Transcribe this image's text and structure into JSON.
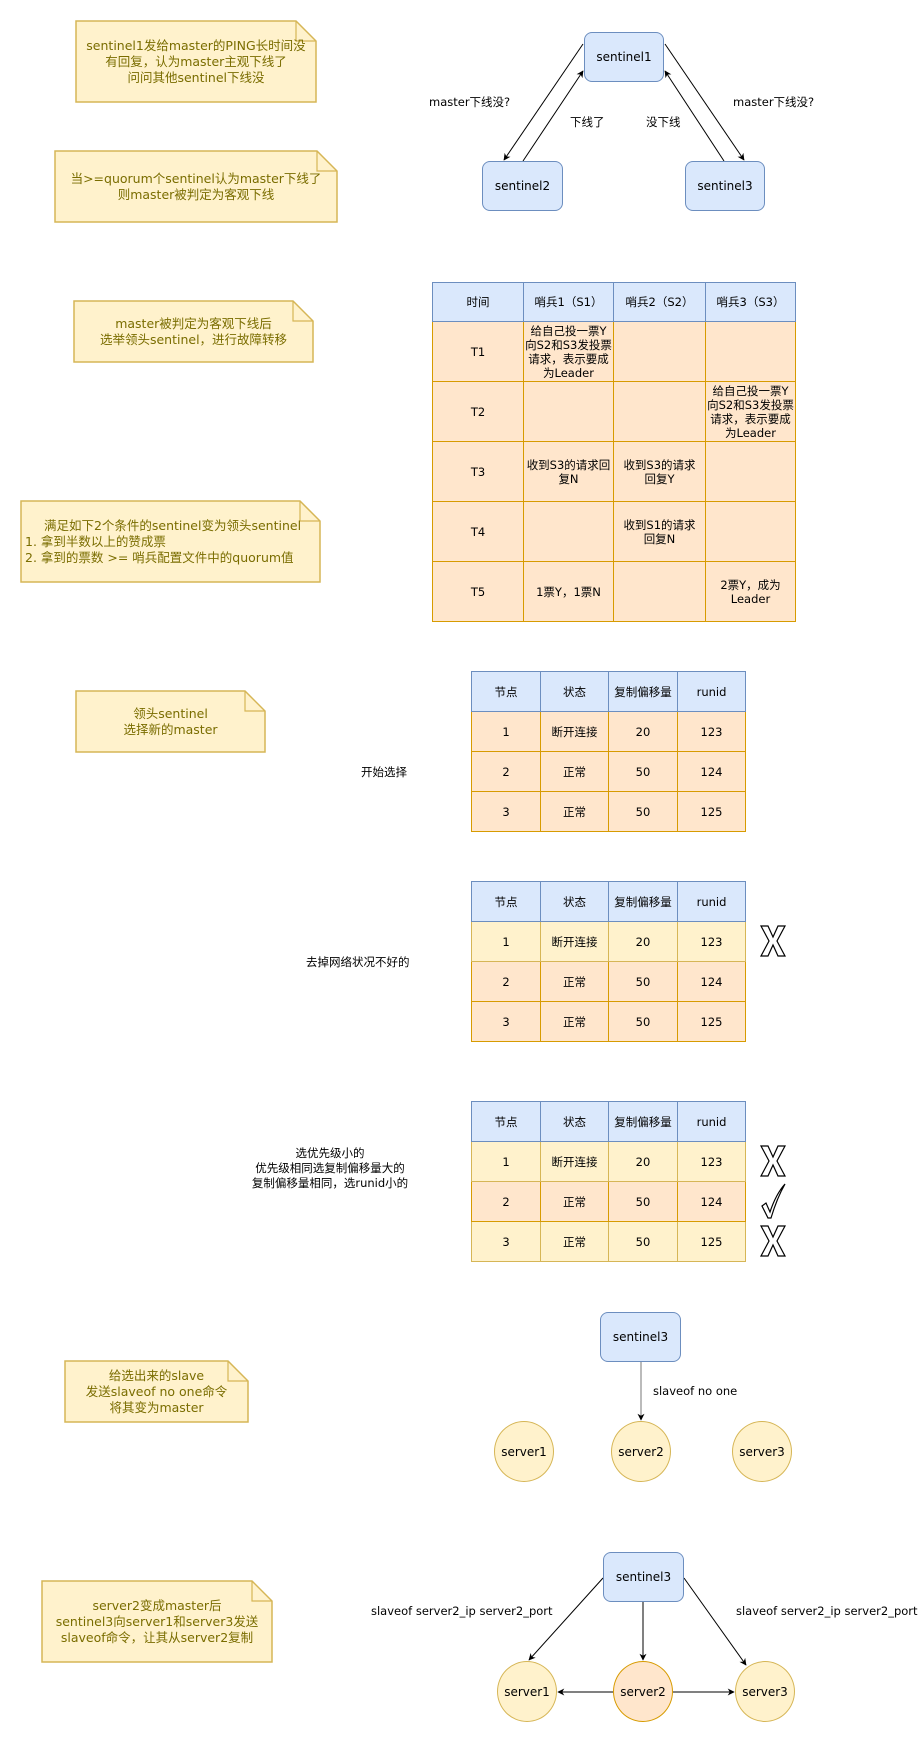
{
  "notes": {
    "ping": "sentinel1发给master的PING长时间没\n有回复，认为master主观下线了\n问问其他sentinel下线没",
    "quorum": "当>=quorum个sentinel认为master下线了\n则master被判定为客观下线",
    "elect": "master被判定为客观下线后\n选举领头sentinel，进行故障转移",
    "conditions_title": "满足如下2个条件的sentinel变为领头sentinel",
    "conditions_1": "1. 拿到半数以上的赞成票",
    "conditions_2": "2. 拿到的票数 >= 哨兵配置文件中的quorum值",
    "choose": "领头sentinel\n选择新的master",
    "slaveof_no_one": "给选出来的slave\n发送slaveof no one命令\n将其变为master",
    "replicate": "server2变成master后\nsentinel3向server1和server3发送\nslaveof命令，让其从server2复制"
  },
  "diagram1": {
    "sentinel1": "sentinel1",
    "sentinel2": "sentinel2",
    "sentinel3": "sentinel3",
    "ask_left": "master下线没?",
    "ask_right": "master下线没?",
    "reply_left": "下线了",
    "reply_right": "没下线"
  },
  "vote_table": {
    "headers": [
      "时间",
      "哨兵1（S1）",
      "哨兵2（S2）",
      "哨兵3（S3）"
    ],
    "rows": [
      [
        "T1",
        "给自己投一票Y\n向S2和S3发投票请求，表示要成为Leader",
        "",
        ""
      ],
      [
        "T2",
        "",
        "",
        "给自己投一票Y\n向S2和S3发投票请求，表示要成为Leader"
      ],
      [
        "T3",
        "收到S3的请求回复N",
        "收到S3的请求\n回复Y",
        ""
      ],
      [
        "T4",
        "",
        "收到S1的请求\n回复N",
        ""
      ],
      [
        "T5",
        "1票Y，1票N",
        "",
        "2票Y，成为\nLeader"
      ]
    ]
  },
  "selection_tables": [
    {
      "caption": "开始选择",
      "headers": [
        "节点",
        "状态",
        "复制偏移量",
        "runid"
      ],
      "rows": [
        [
          "1",
          "断开连接",
          "20",
          "123"
        ],
        [
          "2",
          "正常",
          "50",
          "124"
        ],
        [
          "3",
          "正常",
          "50",
          "125"
        ]
      ],
      "marks": [
        "",
        "",
        ""
      ]
    },
    {
      "caption": "去掉网络状况不好的",
      "headers": [
        "节点",
        "状态",
        "复制偏移量",
        "runid"
      ],
      "rows": [
        [
          "1",
          "断开连接",
          "20",
          "123"
        ],
        [
          "2",
          "正常",
          "50",
          "124"
        ],
        [
          "3",
          "正常",
          "50",
          "125"
        ]
      ],
      "marks": [
        "x",
        "",
        ""
      ]
    },
    {
      "caption": "选优先级小的\n优先级相同选复制偏移量大的\n复制偏移量相同，选runid小的",
      "headers": [
        "节点",
        "状态",
        "复制偏移量",
        "runid"
      ],
      "rows": [
        [
          "1",
          "断开连接",
          "20",
          "123"
        ],
        [
          "2",
          "正常",
          "50",
          "124"
        ],
        [
          "3",
          "正常",
          "50",
          "125"
        ]
      ],
      "marks": [
        "x",
        "check",
        "x"
      ]
    }
  ],
  "diagram2": {
    "sentinel": "sentinel3",
    "command": "slaveof no one",
    "servers": [
      "server1",
      "server2",
      "server3"
    ]
  },
  "diagram3": {
    "sentinel": "sentinel3",
    "command_left": "slaveof server2_ip server2_port",
    "command_right": "slaveof server2_ip server2_port",
    "servers": [
      "server1",
      "server2",
      "server3"
    ]
  },
  "colors": {
    "note_fill": "#fff2cc",
    "note_stroke": "#d6b656",
    "note_text": "#7a6d00",
    "node_fill": "#dae8fc",
    "node_stroke": "#6c8ebf",
    "cell_fill": "#ffe6cc",
    "cell_stroke": "#d79b00"
  }
}
